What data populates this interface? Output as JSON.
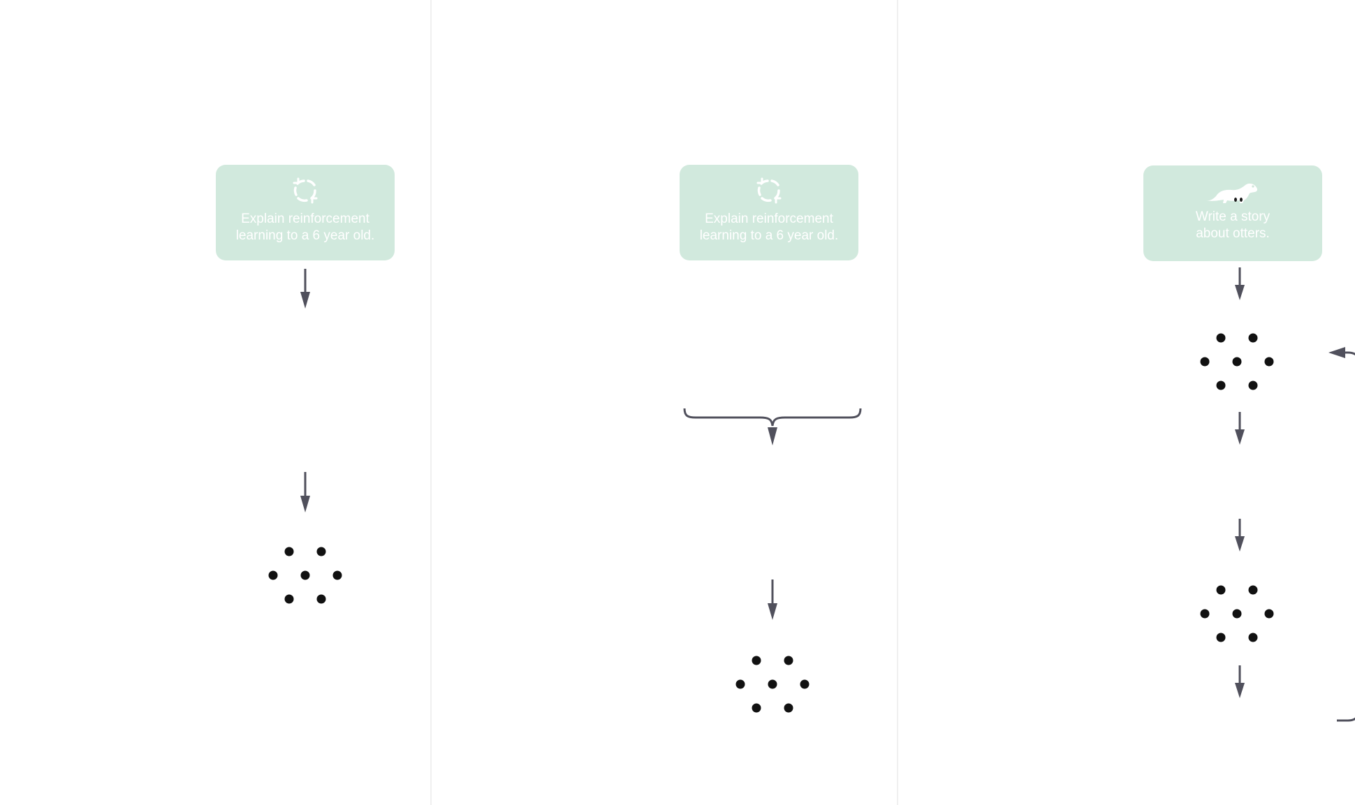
{
  "diagram": {
    "colors": {
      "prompt_box_fill": "#d1e9dd",
      "prompt_text": "#ffffff",
      "arrow": "#50505c",
      "dot": "#111111",
      "column_divider": "#ececec"
    },
    "columns": [
      {
        "prompt": {
          "icon": "cycle-arrows-icon",
          "text": "Explain reinforcement\nlearning to a 6 year old."
        }
      },
      {
        "prompt": {
          "icon": "cycle-arrows-icon",
          "text": "Explain reinforcement\nlearning to a 6 year old."
        }
      },
      {
        "prompt": {
          "icon": "otter-icon",
          "text": "Write a story\nabout otters."
        }
      }
    ]
  }
}
